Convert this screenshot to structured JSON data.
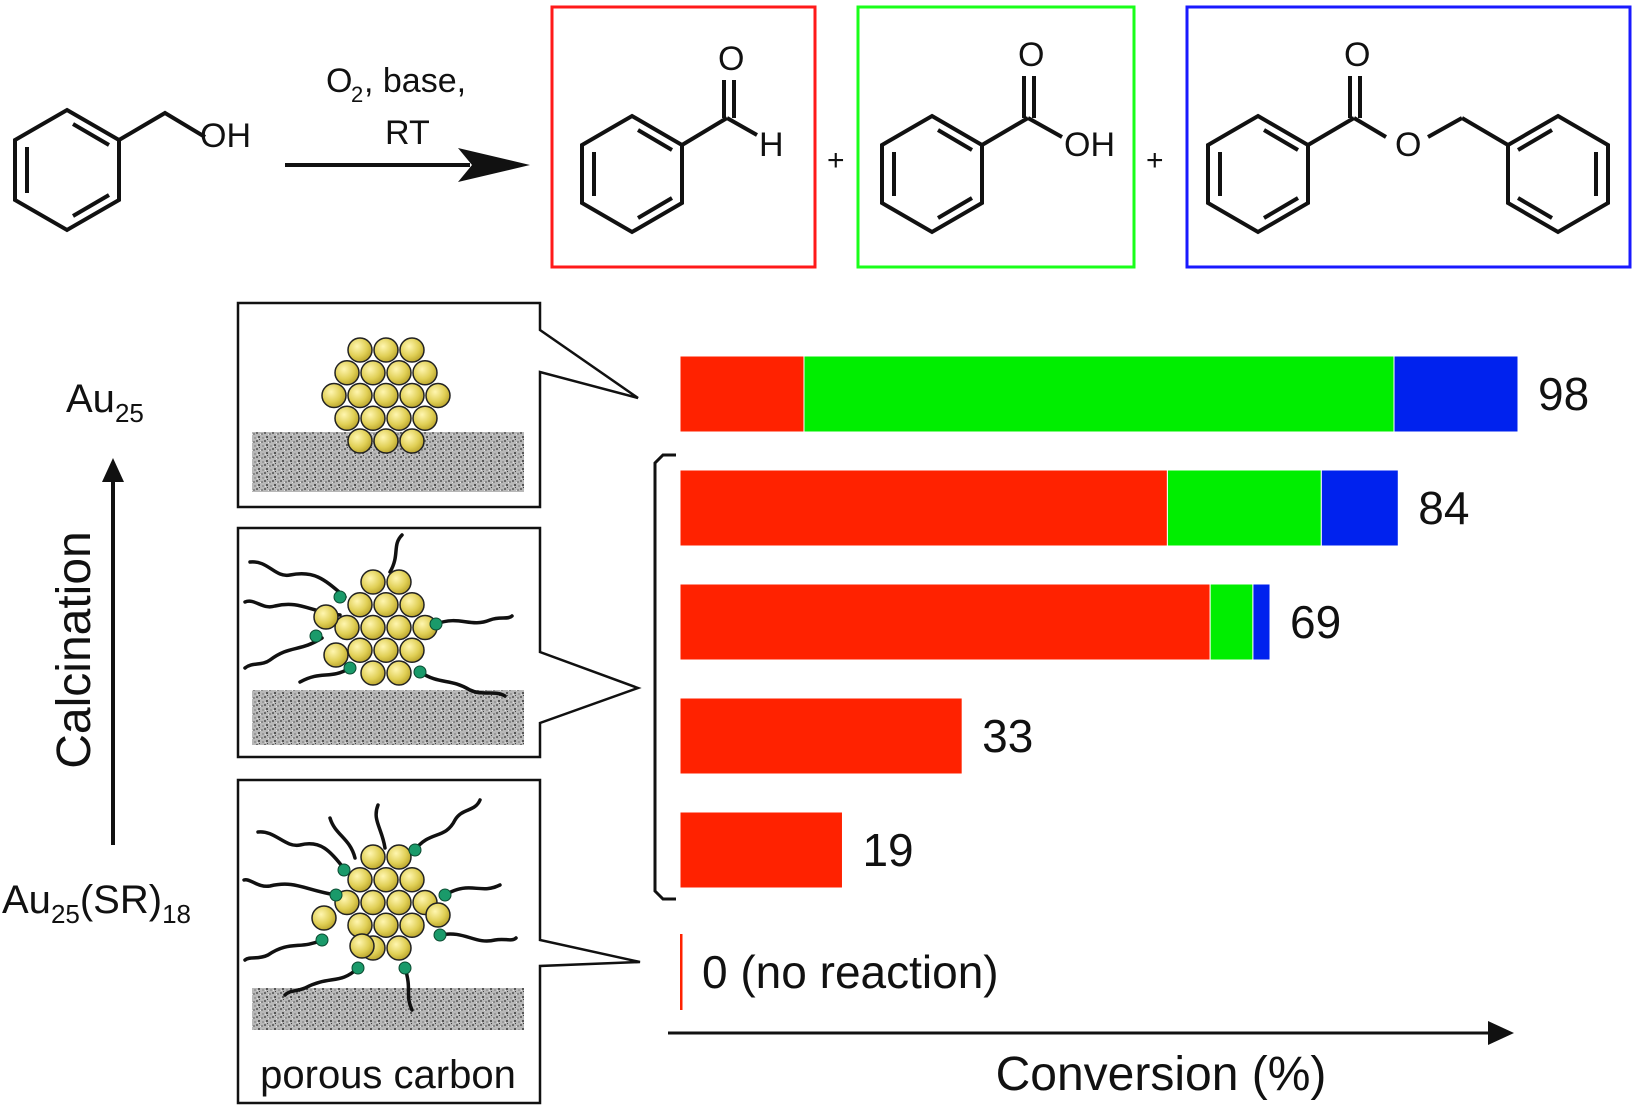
{
  "reaction": {
    "reactant_oh": "OH",
    "conditions_line1": "O",
    "conditions_sub": "2",
    "conditions_line1_rest": ", base,",
    "conditions_line2": "RT",
    "plus": "+",
    "product_aldehyde": {
      "o": "O",
      "h": "H",
      "box_color": "#ff1a1a"
    },
    "product_acid": {
      "o": "O",
      "oh": "OH",
      "box_color": "#1aff1a"
    },
    "product_ester": {
      "o1": "O",
      "o2": "O",
      "box_color": "#1a1aff"
    }
  },
  "left_axis": {
    "top_label": "Au",
    "top_label_sub": "25",
    "axis_label": "Calcination",
    "bottom_label_main": "Au",
    "bottom_label_sub1": "25",
    "bottom_label_mid": "(SR)",
    "bottom_label_sub2": "18"
  },
  "panels": {
    "bottom_caption": "porous carbon"
  },
  "chart_data": {
    "type": "bar",
    "orientation": "horizontal",
    "stacked": true,
    "xlabel": "Conversion (%)",
    "xlim": [
      0,
      100
    ],
    "colors": {
      "aldehyde": "#ff2200",
      "acid": "#00ee00",
      "ester": "#0022ee"
    },
    "bars": [
      {
        "total": 98,
        "label": "98",
        "segments": [
          14.5,
          69,
          14.5
        ]
      },
      {
        "total": 84,
        "label": "84",
        "segments": [
          57,
          18,
          9
        ]
      },
      {
        "total": 69,
        "label": "69",
        "segments": [
          62,
          5,
          2
        ]
      },
      {
        "total": 33,
        "label": "33",
        "segments": [
          33,
          0,
          0
        ]
      },
      {
        "total": 19,
        "label": "19",
        "segments": [
          19,
          0,
          0
        ]
      },
      {
        "total": 0,
        "label": "0 (no reaction)",
        "segments": [
          0,
          0,
          0
        ]
      }
    ]
  }
}
